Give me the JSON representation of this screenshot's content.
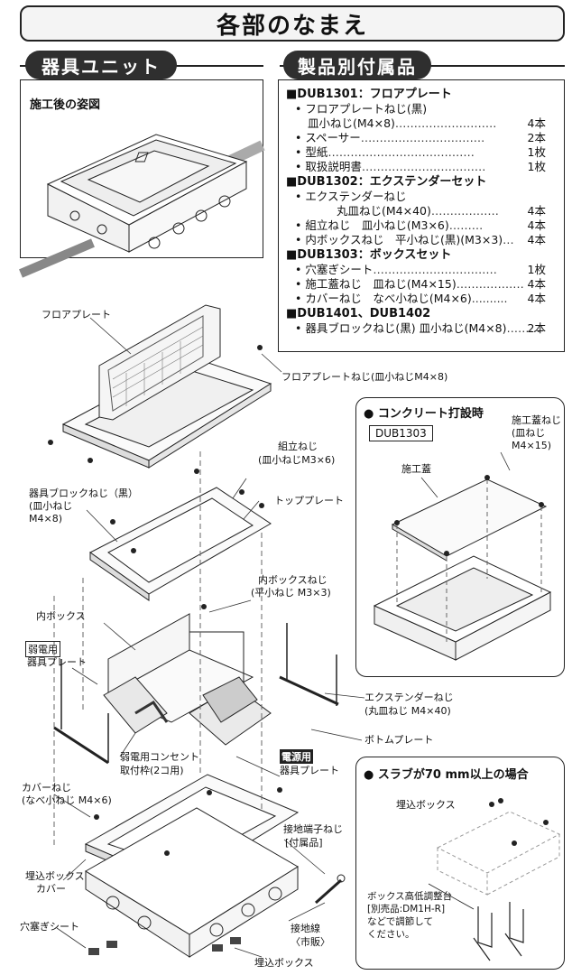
{
  "title": "各部のなまえ",
  "sections": {
    "unit": "器具ユニット",
    "accessories": "製品別付属品"
  },
  "installed_caption": "施工後の姿図",
  "accessories": [
    {
      "model": "■DUB1301：フロアプレート",
      "items": [
        {
          "name": "• フロアプレートねじ(黒)",
          "detail": "",
          "qty": ""
        },
        {
          "name": "皿小ねじ(M4×8)",
          "detail": "………………………",
          "qty": "4本"
        },
        {
          "name": "• スペーサー",
          "detail": "……………………………",
          "qty": "2本"
        },
        {
          "name": "• 型紙",
          "detail": "…………………………………",
          "qty": "1枚"
        },
        {
          "name": "• 取扱説明書",
          "detail": "……………………………",
          "qty": "1枚"
        }
      ]
    },
    {
      "model": "■DUB1302：エクステンダーセット",
      "items": [
        {
          "name": "• エクステンダーねじ",
          "detail": "",
          "qty": ""
        },
        {
          "name": "丸皿ねじ(M4×40)",
          "detail": "………………",
          "qty": "4本"
        },
        {
          "name": "• 組立ねじ　皿小ねじ(M3×6)",
          "detail": "………",
          "qty": "4本"
        },
        {
          "name": "• 内ボックスねじ　平小ねじ(黒)(M3×3)",
          "detail": "…",
          "qty": "4本"
        }
      ]
    },
    {
      "model": "■DUB1303：ボックスセット",
      "items": [
        {
          "name": "• 穴塞ぎシート",
          "detail": "……………………………",
          "qty": "1枚"
        },
        {
          "name": "• 施工蓋ねじ　皿ねじ(M4×15)",
          "detail": "………………",
          "qty": "4本"
        },
        {
          "name": "• カバーねじ　なべ小ねじ(M4×6)",
          "detail": "..........",
          "qty": "4本"
        }
      ]
    },
    {
      "model": "■DUB1401、DUB1402",
      "items": [
        {
          "name": "• 器具ブロックねじ(黒) 皿小ねじ(M4×8)",
          "detail": "………",
          "qty": "2本"
        }
      ]
    }
  ],
  "labels": {
    "floor_plate": "フロアプレート",
    "floor_plate_screw": "フロアプレートねじ(皿小ねじM4×8)",
    "assembly_screw_1": "組立ねじ",
    "assembly_screw_2": "(皿小ねじM3×6)",
    "block_screw_1": "器具ブロックねじ（黒）",
    "block_screw_2": "(皿小ねじ",
    "block_screw_3": "M4×8)",
    "top_plate": "トッププレート",
    "inner_box_screw_1": "内ボックスねじ",
    "inner_box_screw_2": "(平小ねじ M3×3)",
    "inner_box": "内ボックス",
    "weak_tag": "弱電用",
    "weak_plate": "器具プレート",
    "extender_screw_1": "エクステンダーねじ",
    "extender_screw_2": "(丸皿ねじ M4×40)",
    "bottom_plate": "ボトムプレート",
    "weak_outlet_1": "弱電用コンセント",
    "weak_outlet_2": "取付枠(2コ用)",
    "power_tag": "電源用",
    "power_plate": "器具プレート",
    "cover_screw_1": "カバーねじ",
    "cover_screw_2": "(なべ小ねじ M4×6)",
    "ground_screw_1": "接地端子ねじ",
    "ground_screw_2": "[付属品]",
    "box_cover_1": "埋込ボックス",
    "box_cover_2": "カバー",
    "ground_wire_1": "接地線",
    "ground_wire_2": "〈市販〉",
    "hole_sheet": "穴塞ぎシート",
    "embed_box": "埋込ボックス"
  },
  "concrete": {
    "title": "● コンクリート打設時",
    "model": "DUB1303",
    "lid": "施工蓋",
    "lid_screw_1": "施工蓋ねじ",
    "lid_screw_2": "(皿ねじ",
    "lid_screw_3": "M4×15)"
  },
  "slab": {
    "title": "● スラブが70 mm以上の場合",
    "embed_box": "埋込ボックス",
    "note_1": "ボックス高低調整台",
    "note_2": "[別売品:DM1H-R]",
    "note_3": "などで調節して",
    "note_4": "ください。"
  }
}
